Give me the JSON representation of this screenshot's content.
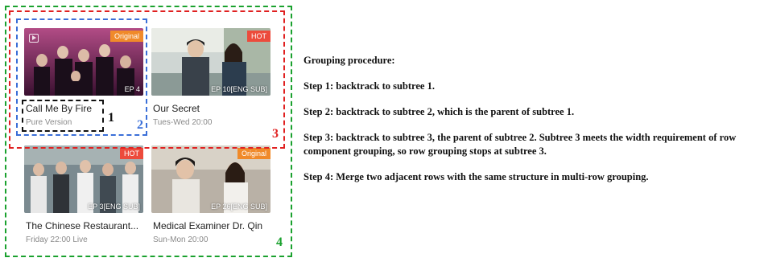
{
  "cards": [
    {
      "title": "Call Me By Fire",
      "subtitle": "Pure Version",
      "badge": "Original",
      "badge_color": "#f08a2a",
      "episode": "EP 4"
    },
    {
      "title": "Our Secret",
      "subtitle": "Tues-Wed 20:00",
      "badge": "HOT",
      "badge_color": "#ec4b3c",
      "episode": "EP 10[ENG SUB]"
    },
    {
      "title": "The Chinese Restaurant...",
      "subtitle": "Friday 22:00 Live",
      "badge": "HOT",
      "badge_color": "#ec4b3c",
      "episode": "EP 3[ENG SUB]"
    },
    {
      "title": "Medical Examiner Dr. Qin",
      "subtitle": "Sun-Mon 20:00",
      "badge": "Original",
      "badge_color": "#f08a2a",
      "episode": "EP 26[ENG SUB]"
    }
  ],
  "boxes": [
    {
      "label": "1",
      "color": "#111111"
    },
    {
      "label": "2",
      "color": "#3a6fd8"
    },
    {
      "label": "3",
      "color": "#e02020"
    },
    {
      "label": "4",
      "color": "#1aa12e"
    }
  ],
  "procedure": {
    "heading": "Grouping procedure:",
    "steps": [
      "Step 1: backtrack to subtree 1.",
      "Step 2: backtrack to subtree 2, which is the parent of subtree 1.",
      "Step 3: backtrack to subtree 3, the parent of subtree 2. Subtree 3 meets the width requirement of row component grouping, so row grouping stops at subtree 3.",
      "Step 4: Merge two adjacent rows with the same structure in multi-row grouping."
    ]
  }
}
